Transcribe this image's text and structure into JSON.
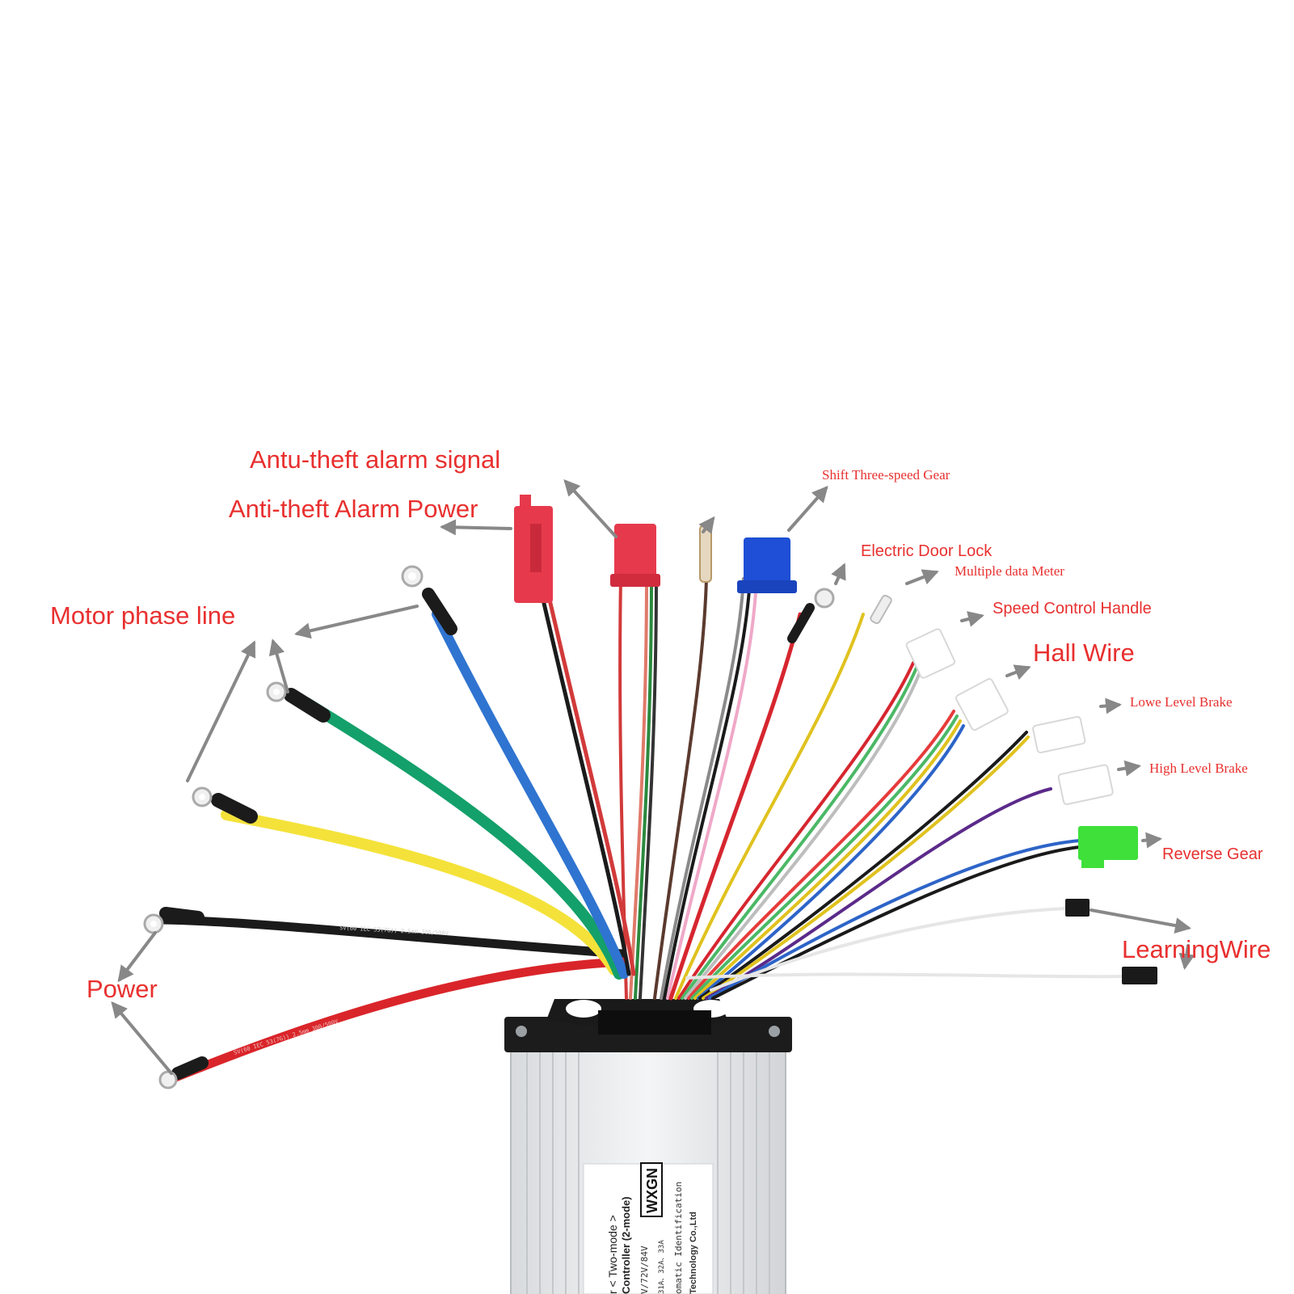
{
  "colors": {
    "label": "#e8302f",
    "arrow": "#888888",
    "background": "#ffffff",
    "housing": "#e9ebec",
    "bracket": "#1a1a1a"
  },
  "labels": {
    "antitheft_signal": "Antu-theft alarm signal",
    "antitheft_power": "Anti-theft Alarm Power",
    "motor_phase": "Motor phase line",
    "power": "Power",
    "shift_gear": "Shift Three-speed Gear",
    "door_lock": "Electric Door Lock",
    "data_meter": "Multiple data Meter",
    "speed_handle": "Speed Control Handle",
    "hall_wire": "Hall Wire",
    "low_brake": "Lowe Level Brake",
    "high_brake": "High Level Brake",
    "reverse_gear": "Reverse Gear",
    "learning_wire": "LearningWire"
  },
  "controller": {
    "brand": "WXGN",
    "line1": "r < Two-mode >",
    "line2": "Controller (2-mode)",
    "line3": "V/72V/84V",
    "line4": "31A、32A、33A",
    "line5": "omatic Identification",
    "line6": "Technology Co.,Ltd"
  },
  "cable_print": {
    "black": "SV(60 IEC 53(7G))   2.5mm   300/500V",
    "red": "SV(60 IEC 53(7G))   2.5mm   300/500V"
  },
  "icons": {
    "arrow": "gray-arrow-icon",
    "ring_terminal": "ring-terminal-icon",
    "connector": "plug-connector-icon"
  }
}
